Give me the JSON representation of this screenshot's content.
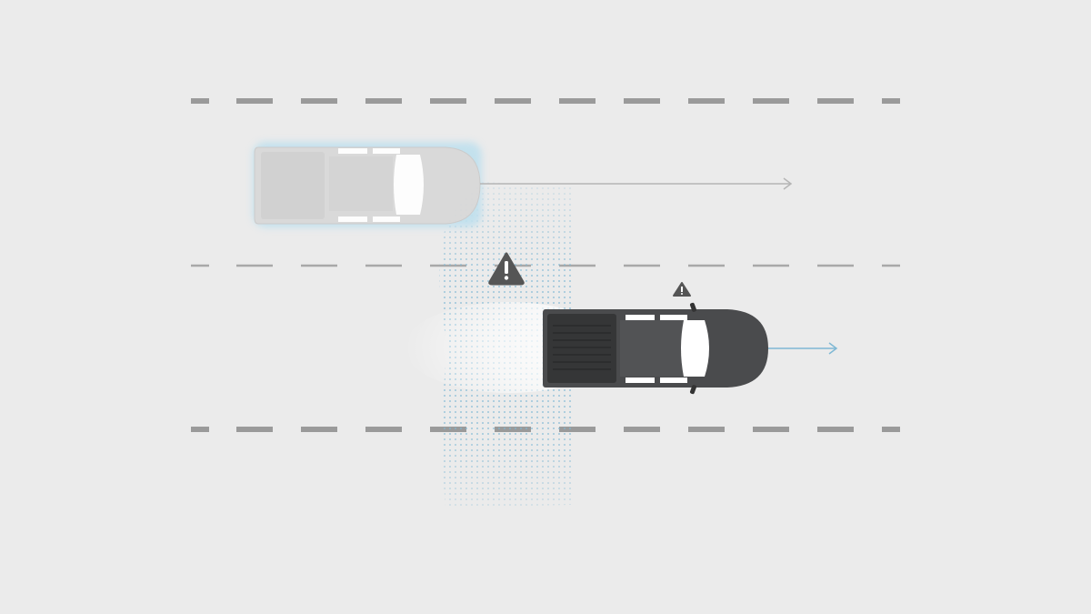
{
  "scene": {
    "background_color": "#ebebeb",
    "lane_marking_color": "#9a9a9a",
    "center_lane_color": "#a8a8a8",
    "sensor_zone_color": "#7fb8d4",
    "ego_vehicle": {
      "type": "pickup-truck",
      "color": "#4a4b4d",
      "direction": "right",
      "arrow_color": "#7fb8d4"
    },
    "other_vehicle": {
      "type": "pickup-truck",
      "color": "#d6d6d6",
      "glow_color": "#bfe0ee",
      "direction": "right",
      "arrow_color": "#b5b5b5"
    },
    "icons": [
      "warning-triangle-icon",
      "warning-triangle-icon-small"
    ],
    "warning_color": "#555555"
  }
}
